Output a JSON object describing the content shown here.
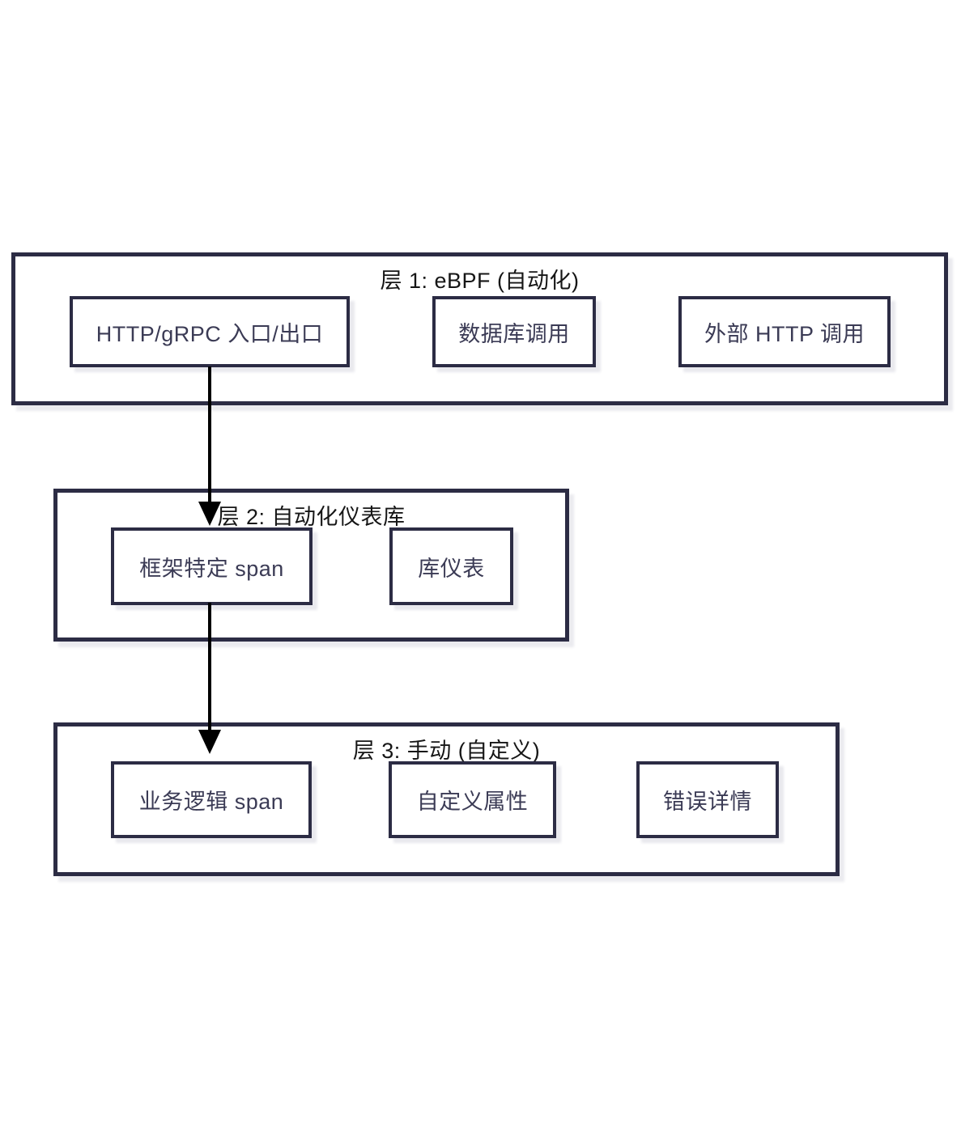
{
  "diagram": {
    "layers": [
      {
        "title": "层 1: eBPF (自动化)",
        "boxes": [
          {
            "label": "HTTP/gRPC 入口/出口"
          },
          {
            "label": "数据库调用"
          },
          {
            "label": "外部 HTTP 调用"
          }
        ]
      },
      {
        "title": "层 2: 自动化仪表库",
        "boxes": [
          {
            "label": "框架特定 span"
          },
          {
            "label": "库仪表"
          }
        ]
      },
      {
        "title": "层 3: 手动 (自定义)",
        "boxes": [
          {
            "label": "业务逻辑 span"
          },
          {
            "label": "自定义属性"
          },
          {
            "label": "错误详情"
          }
        ]
      }
    ],
    "connections": [
      {
        "from": "HTTP/gRPC 入口/出口",
        "to": "框架特定 span"
      },
      {
        "from": "框架特定 span",
        "to": "业务逻辑 span"
      }
    ],
    "colors": {
      "background": "#ffffff",
      "border": "#2c2c44",
      "title_text": "#161616",
      "box_text": "#3b3b55",
      "arrow": "#000000",
      "shadow": "#ebebef"
    }
  }
}
